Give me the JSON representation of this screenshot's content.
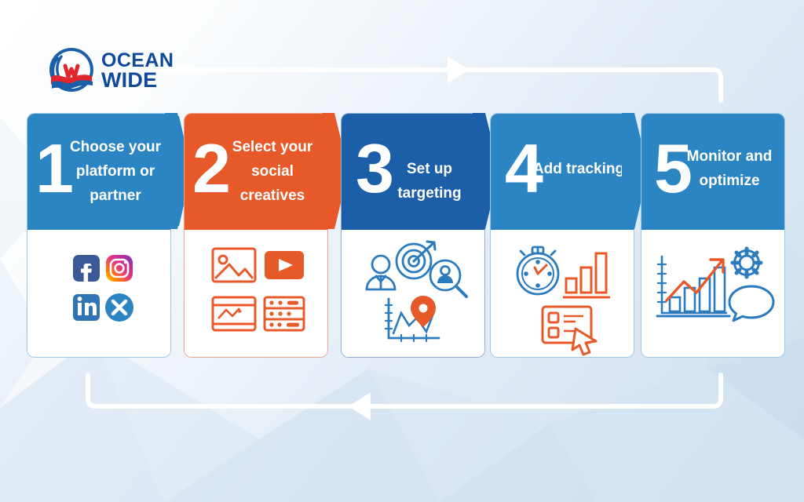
{
  "brand": {
    "name_line1": "OCEAN",
    "name_line2": "WIDE",
    "logo_icon": "oceanwide-globe-logo",
    "blue": "#10499a",
    "red": "#e1262d"
  },
  "theme": {
    "blue": "#2b85c3",
    "dark_blue": "#1a5fa8",
    "orange": "#e8592a",
    "white": "#ffffff",
    "background_from": "#ffffff",
    "background_to": "#cfe0ef"
  },
  "connectors": {
    "top_arrow_icon": "arrow-right-triangle",
    "bottom_arrow_icon": "arrow-left-triangle",
    "chevron_icon": "chevron-right"
  },
  "steps": [
    {
      "number": "1",
      "label": "Choose your platform or partner",
      "accent": "#2b85c3",
      "icons": [
        "facebook-icon",
        "instagram-icon",
        "linkedin-icon",
        "x-twitter-icon"
      ]
    },
    {
      "number": "2",
      "label": "Select your social creatives",
      "accent": "#e8592a",
      "icons": [
        "image-photo-icon",
        "video-play-icon",
        "chart-window-icon",
        "list-form-icon"
      ]
    },
    {
      "number": "3",
      "label": "Set up targeting",
      "accent": "#1a5fa8",
      "icons": [
        "person-user-icon",
        "target-arrow-icon",
        "magnifier-audience-icon",
        "chart-location-pin-icon"
      ]
    },
    {
      "number": "4",
      "label": "Add tracking",
      "accent": "#2b85c3",
      "icons": [
        "stopwatch-icon",
        "bar-chart-icon",
        "checklist-cursor-icon"
      ]
    },
    {
      "number": "5",
      "label": "Monitor and optimize",
      "accent": "#2b85c3",
      "icons": [
        "growth-chart-arrow-icon",
        "gear-icon",
        "speech-bubble-icon"
      ]
    }
  ]
}
